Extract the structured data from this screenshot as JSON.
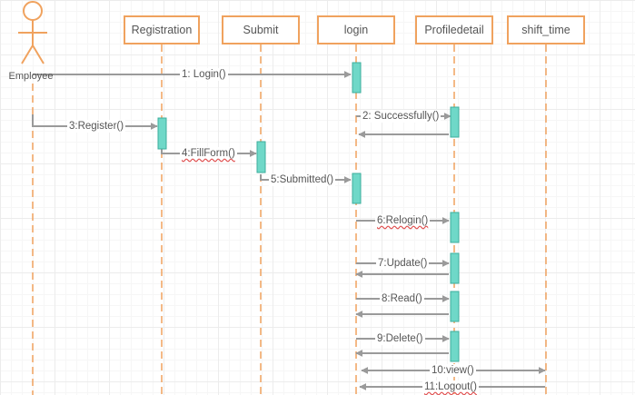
{
  "actor": {
    "label": "Employee"
  },
  "lifelines": [
    {
      "id": "registration",
      "label": "Registration"
    },
    {
      "id": "submit",
      "label": "Submit"
    },
    {
      "id": "login",
      "label": "login"
    },
    {
      "id": "profiledetail",
      "label": "Profiledetail"
    },
    {
      "id": "shift_time",
      "label": "shift_time"
    }
  ],
  "messages": [
    {
      "id": "msg-1",
      "label": "1: Login()"
    },
    {
      "id": "msg-2",
      "label": "2: Successfully()"
    },
    {
      "id": "msg-3",
      "label": "3:Register()"
    },
    {
      "id": "msg-4",
      "label": "4:FillForm()"
    },
    {
      "id": "msg-5",
      "label": "5:Submitted()"
    },
    {
      "id": "msg-6",
      "label": "6:Relogin()"
    },
    {
      "id": "msg-7",
      "label": "7:Update()"
    },
    {
      "id": "msg-8",
      "label": "8:Read()"
    },
    {
      "id": "msg-9",
      "label": "9:Delete()"
    },
    {
      "id": "msg-10",
      "label": "10:view()"
    },
    {
      "id": "msg-11",
      "label": "11:Logout()"
    }
  ],
  "colors": {
    "lifeline": "#f0a25e",
    "activation_fill": "#6fd8c8",
    "activation_stroke": "#3cae9c",
    "arrow": "#9a9a9a"
  }
}
